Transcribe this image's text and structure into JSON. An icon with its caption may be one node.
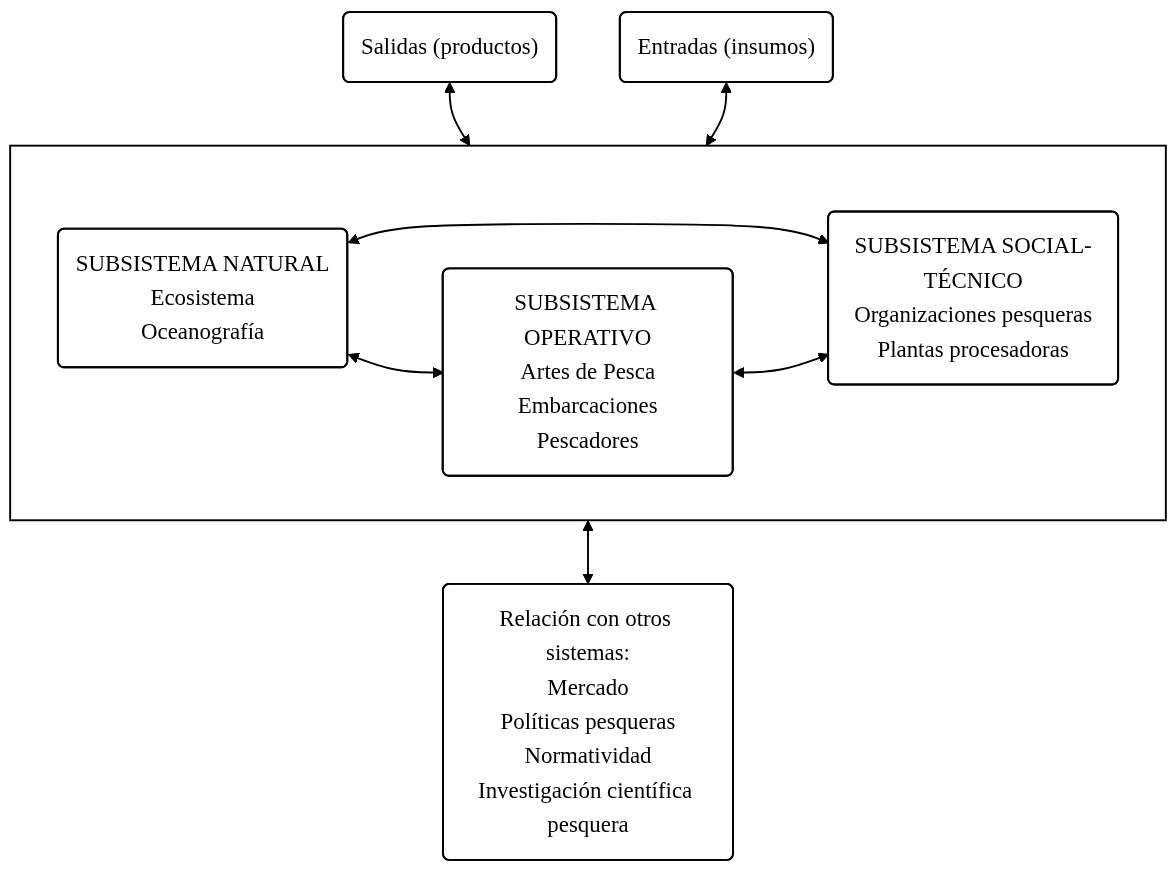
{
  "diagram": {
    "nodes": [
      {
        "text": [
          "Salidas (productos)"
        ]
      },
      {
        "text": [],
        "shape": "box"
      },
      {
        "text": [
          "Entradas (insumos)"
        ]
      },
      {
        "text": [
          "SUBSISTEMA NATURAL",
          "Ecosistema",
          "Oceanografía"
        ],
        "in": 1
      },
      {
        "text": [
          "SUBSISTEMA OPERATIVO",
          "Artes de Pesca",
          "Embarcaciones",
          "Pescadores"
        ],
        "in": 1
      },
      {
        "text": [
          "SUBSISTEMA SOCIAL-TÉCNICO",
          "Organizaciones pesqueras",
          "Plantas procesadoras"
        ],
        "in": 1
      },
      {
        "text": [
          "Relación con otros sistemas:",
          "Mercado",
          "Políticas pesqueras",
          "Normatividad",
          "Investigación científica pesquera"
        ]
      }
    ],
    "edges": [
      {
        "from": 0,
        "to": 1,
        "arrow": "both"
      },
      {
        "from": 2,
        "to": 1,
        "arrow": "both"
      },
      {
        "from": 3,
        "to": 4,
        "arrow": "both"
      },
      {
        "from": 3,
        "to": 5,
        "arrow": "both"
      },
      {
        "from": 4,
        "to": 5,
        "arrow": "both"
      },
      {
        "from": 1,
        "to": 6,
        "arrow": "both"
      }
    ]
  }
}
